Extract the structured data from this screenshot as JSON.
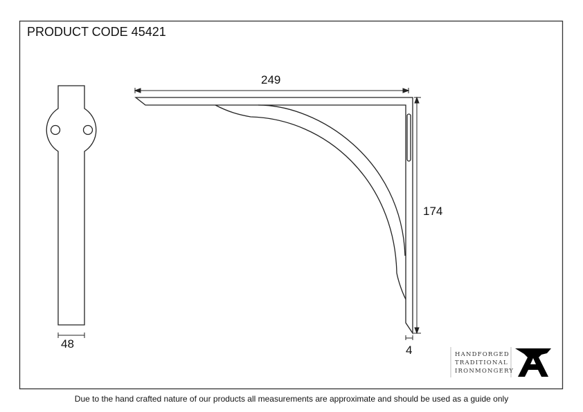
{
  "title": "PRODUCT CODE 45421",
  "footer": "Due to the hand crafted nature of our products all measurements are approximate and should be used as a guide only",
  "dimensions": {
    "length": "249",
    "height": "174",
    "width": "48",
    "thickness": "4"
  },
  "logo": {
    "lines": [
      "HANDFORGED",
      "TRADITIONAL",
      "IRONMONGERY"
    ],
    "icon": "anvil-icon"
  },
  "colors": {
    "line": "#222222",
    "border": "#333333"
  }
}
